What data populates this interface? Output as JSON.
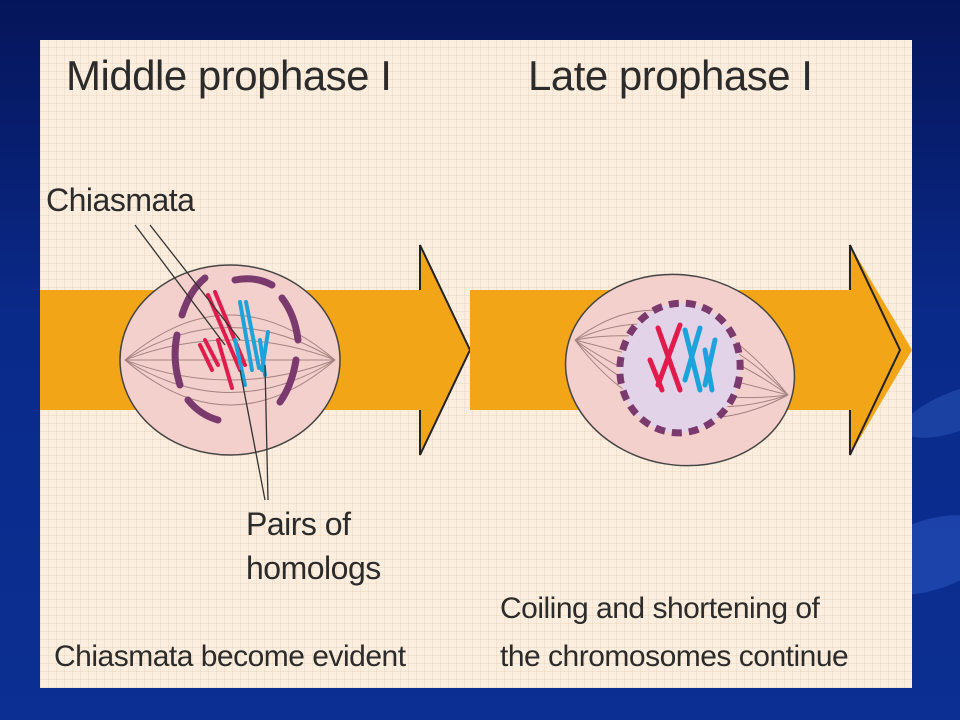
{
  "figure": {
    "left_panel": {
      "title": "Middle prophase I",
      "chiasmata_label": "Chiasmata",
      "pairs_label_line1": "Pairs of",
      "pairs_label_line2": "homologs",
      "caption": "Chiasmata become evident"
    },
    "right_panel": {
      "title": "Late prophase I",
      "caption_line1": "Coiling and shortening of",
      "caption_line2": "the chromosomes continue"
    },
    "colors": {
      "arrow": "#f2a516",
      "arrow_outline": "#222222",
      "cell_fill": "#f3d0cb",
      "nucleus_fill": "#e2d3e8",
      "nuclear_envelope": "#7b3a6e",
      "chromosome_red": "#e11c4c",
      "chromosome_blue": "#1da3db"
    }
  }
}
